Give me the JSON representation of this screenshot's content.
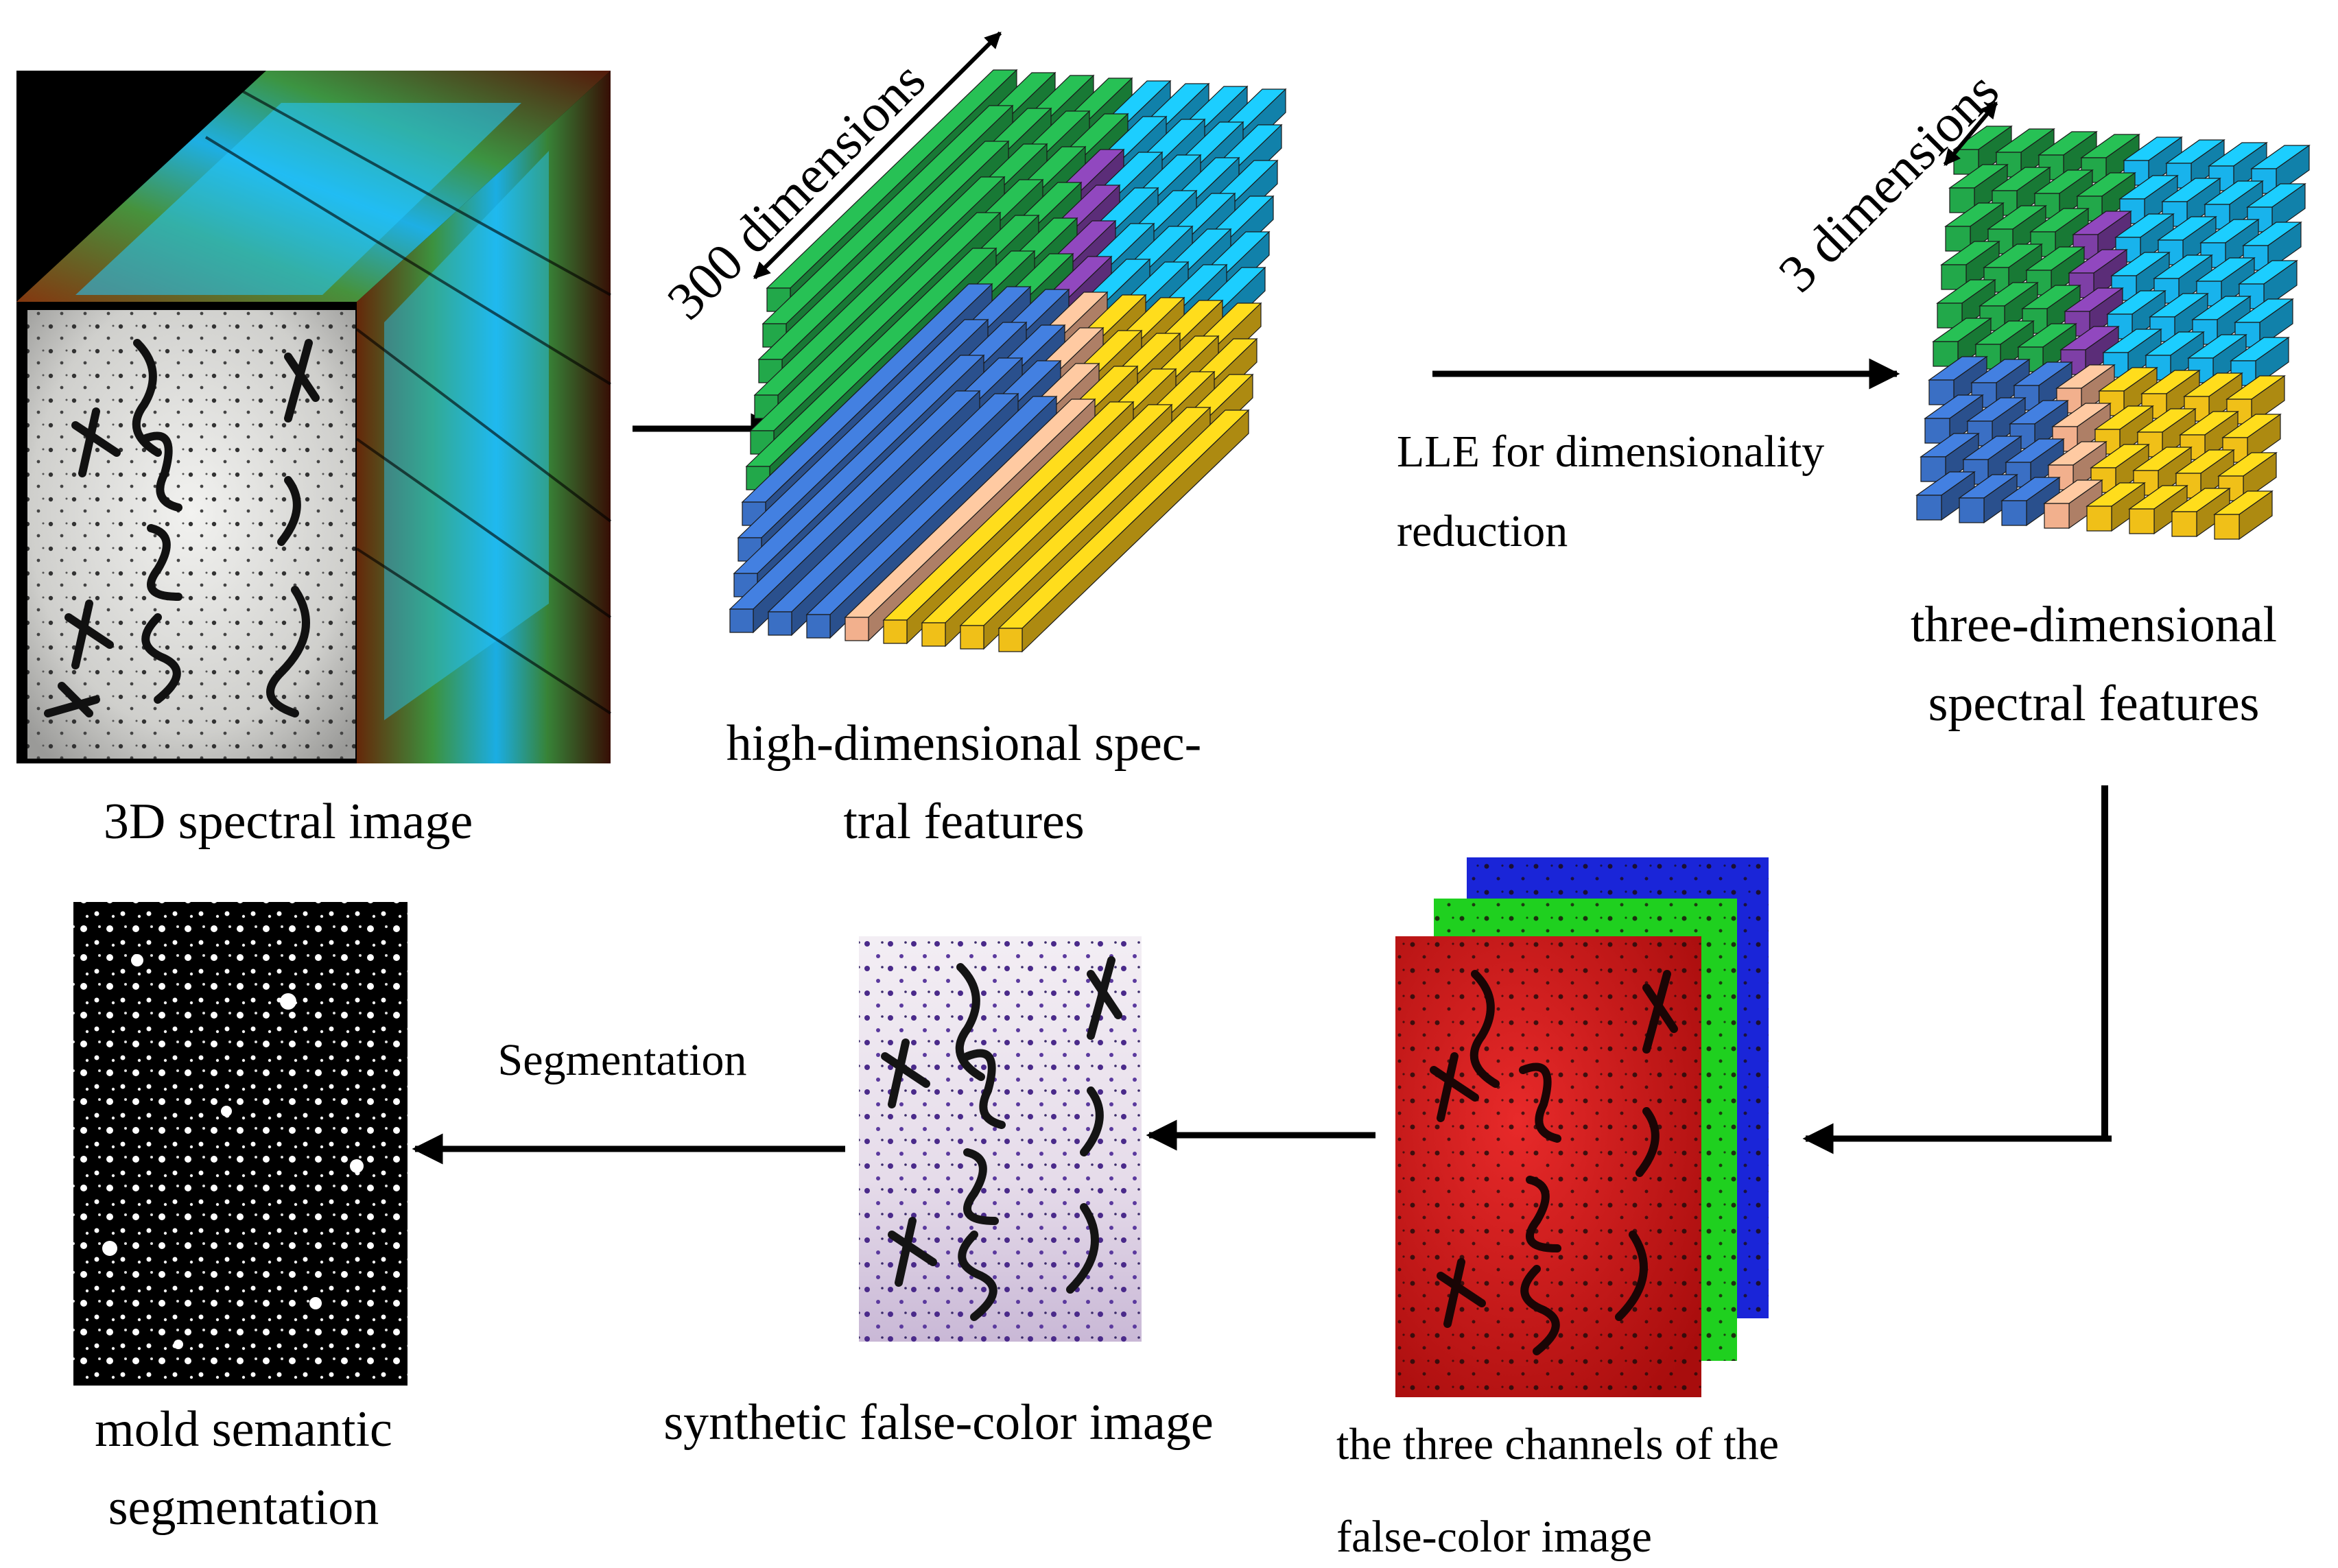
{
  "labels": {
    "spectral_image": "3D spectral image",
    "high_dim_line1": "high-dimensional spec-",
    "high_dim_line2": "tral features",
    "three_dim_line1": "three-dimensional",
    "three_dim_line2": "spectral features",
    "lle_line1": "LLE for dimensionality",
    "lle_line2": "reduction",
    "dim300": "300 dimensions",
    "dim3": "3 dimensions",
    "channels_line1": "the  three  channels  of  the",
    "channels_line2": "false-color image",
    "synthetic": "synthetic false-color image",
    "segmentation_step": "Segmentation",
    "mold_line1": "mold semantic",
    "mold_line2": "segmentation"
  },
  "colors": {
    "green": "#22a84a",
    "purple": "#7e3fa6",
    "cyan": "#18b3ec",
    "blue": "#3a6fc4",
    "peach": "#f2b08d",
    "gold": "#f0c018",
    "red_channel": "#d81e1e",
    "green_channel": "#1fd01f",
    "blue_channel": "#1a25d8"
  }
}
